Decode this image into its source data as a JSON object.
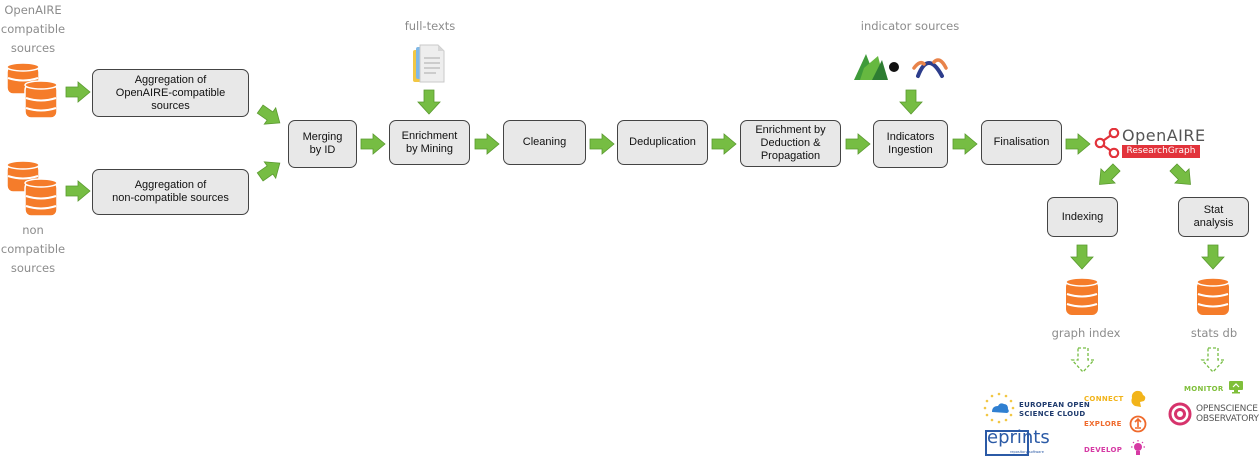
{
  "labels": {
    "compatible_sources": "OpenAIRE\ncompatible\nsources",
    "non_compatible_sources": "non\ncompatible\nsources",
    "full_texts": "full-texts",
    "indicator_sources": "indicator sources",
    "graph_index": "graph index",
    "stats_db": "stats db"
  },
  "steps": {
    "aggregation_compatible": "Aggregation of\nOpenAIRE-compatible\nsources",
    "aggregation_non_compatible": "Aggregation of\nnon-compatible sources",
    "merging": "Merging\nby ID",
    "enrichment_mining": "Enrichment\nby Mining",
    "cleaning": "Cleaning",
    "deduplication": "Deduplication",
    "enrichment_deduction": "Enrichment by\nDeduction &\nPropagation",
    "indicators_ingestion": "Indicators\nIngestion",
    "finalisation": "Finalisation",
    "indexing": "Indexing",
    "stat_analysis": "Stat\nanalysis"
  },
  "brand": {
    "openaire": "OpenAIRE",
    "research_graph": "ResearchGraph"
  },
  "services": {
    "eosc_line1": "EUROPEAN OPEN",
    "eosc_line2": "SCIENCE CLOUD",
    "eprints": "eprints",
    "eprints_sub": "repository software",
    "connect": "CONNECT",
    "explore": "EXPLORE",
    "develop": "DEVELOP",
    "monitor": "MONITOR",
    "os_line1": "OPENSCIENCE",
    "os_line2": "OBSERVATORY"
  },
  "colors": {
    "arrow_green": "#76bd43",
    "database_orange": "#f57c2a",
    "box_fill": "#e8e8e8",
    "brand_red": "#e2333b",
    "connect": "#f2b41a",
    "explore": "#ef6a2c",
    "develop": "#d63aa4",
    "monitor": "#7fbf3a",
    "eosc_navy": "#1f3b6e"
  }
}
